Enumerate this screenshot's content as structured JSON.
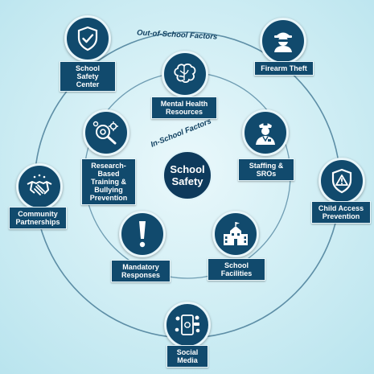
{
  "center": {
    "line1": "School",
    "line2": "Safety"
  },
  "ring_titles": {
    "outer": "Out-of-School Factors",
    "inner": "In-School Factors"
  },
  "outer_nodes": [
    {
      "icon": "shield-check-icon",
      "label": "School Safety Center"
    },
    {
      "icon": "masked-thief-icon",
      "label": "Firearm Theft"
    },
    {
      "icon": "shield-warning-icon",
      "label": "Child Access Prevention"
    },
    {
      "icon": "social-media-phone-icon",
      "label": "Social Media"
    },
    {
      "icon": "handshake-icon",
      "label": "Community Partnerships"
    }
  ],
  "inner_nodes": [
    {
      "icon": "brain-icon",
      "label": "Mental Health Resources"
    },
    {
      "icon": "police-officer-icon",
      "label": "Staffing & SROs"
    },
    {
      "icon": "school-building-icon",
      "label": "School Facilities"
    },
    {
      "icon": "exclamation-icon",
      "label": "Mandatory Responses"
    },
    {
      "icon": "magnifier-gears-icon",
      "label": "Research-Based Training & Bullying Prevention"
    }
  ]
}
